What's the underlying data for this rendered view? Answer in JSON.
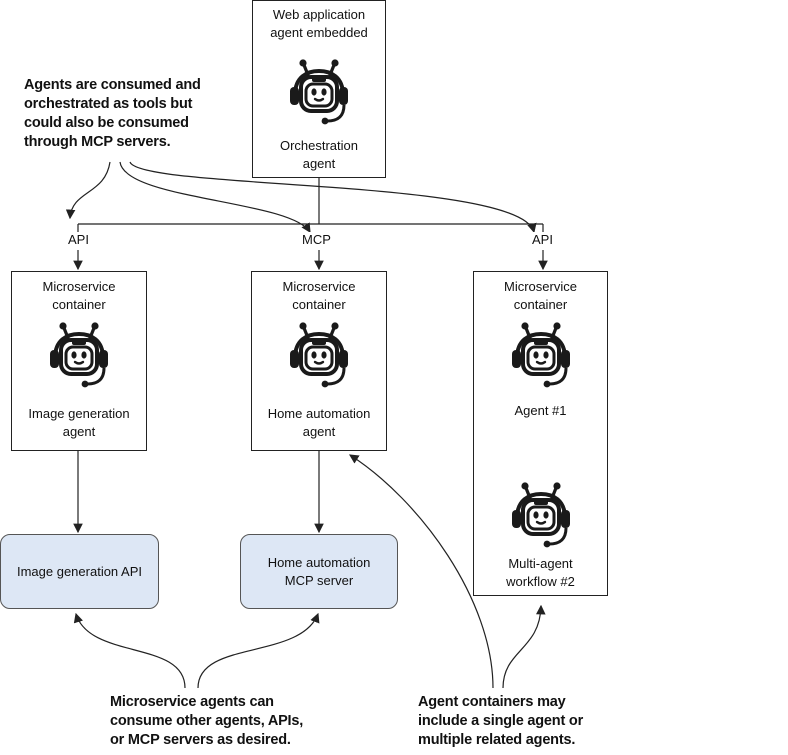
{
  "orchestrator": {
    "title_line1": "Web application",
    "title_line2": "agent embedded",
    "agent_line1": "Orchestration",
    "agent_line2": "agent"
  },
  "connectors": {
    "left": "API",
    "middle": "MCP",
    "right": "API"
  },
  "containers": [
    {
      "title_line1": "Microservice",
      "title_line2": "container",
      "agent_line1": "Image generation",
      "agent_line2": "agent"
    },
    {
      "title_line1": "Microservice",
      "title_line2": "container",
      "agent_line1": "Home automation",
      "agent_line2": "agent"
    },
    {
      "title_line1": "Microservice",
      "title_line2": "container",
      "agent1": "Agent #1",
      "agent2_line1": "Multi-agent",
      "agent2_line2": "workflow #2"
    }
  ],
  "services": {
    "image_api": "Image generation API",
    "home_mcp_line1": "Home automation",
    "home_mcp_line2": "MCP server"
  },
  "notes": {
    "top_left": [
      "Agents are consumed and",
      "orchestrated as tools but",
      "could also be consumed",
      "through MCP servers."
    ],
    "bottom_middle": [
      "Microservice agents can",
      "consume other agents, APIs,",
      "or MCP servers as desired."
    ],
    "bottom_right": [
      "Agent containers may",
      "include a single agent or",
      "multiple related agents."
    ]
  },
  "colors": {
    "service_fill": "#dde7f5",
    "line": "#222222"
  },
  "icons": [
    "robot-agent-icon"
  ]
}
